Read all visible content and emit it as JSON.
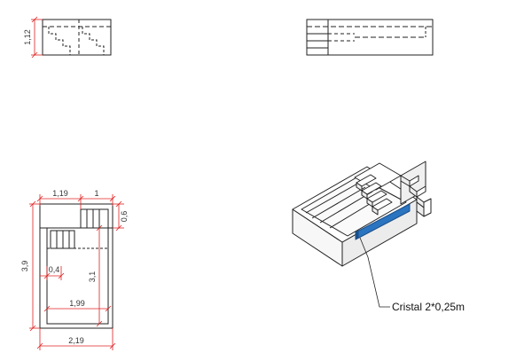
{
  "drawing": {
    "line_color": "#222222",
    "dimension_color": "#e02020",
    "glass_color": "#2a74c0",
    "glass_outline": "#1a4f8a"
  },
  "elevation_left": {
    "height_label": "1,12"
  },
  "plan": {
    "top_left_label": "1,19",
    "top_right_label": "1",
    "right_small_label": "0,6",
    "total_height_label": "3,9",
    "inner_height_label": "3,1",
    "small_offset_label": "0,4",
    "inner_width_label": "1,99",
    "total_width_label": "2,19"
  },
  "isometric": {
    "callout_label": "Cristal 2*0,25m"
  }
}
